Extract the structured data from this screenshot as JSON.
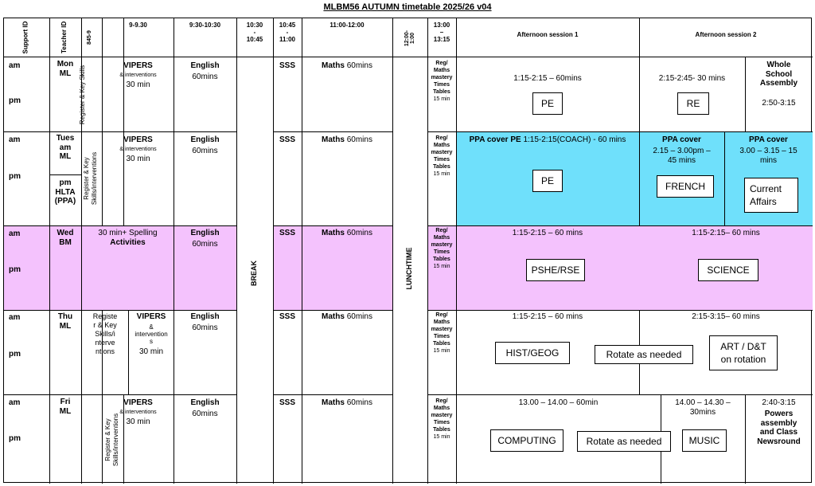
{
  "title": "MLBM56 AUTUMN timetable 2025/26 v04",
  "headers": {
    "support_id": "Support ID",
    "teacher_id": "Teacher ID",
    "t845": "845-9",
    "t9": "9-9.30",
    "t930": "9:30-10:30",
    "t1030": "10:30 - 10:45",
    "t1045": "10:45 - 11:00",
    "t11": "11:00-12:00",
    "t12": "12:00-1:00",
    "t13": "13:00 – 13:15",
    "aft1": "Afternoon session 1",
    "aft2": "Afternoon session 2"
  },
  "common": {
    "am": "am",
    "pm": "pm",
    "vipers": "VIPERS",
    "interventions": "& interventions",
    "min30": "30 min",
    "english": "English",
    "mins60": "60mins",
    "sss": "SSS",
    "maths": "Maths",
    "maths_mins": "60mins",
    "register_key_skills": "Register & Key Skills",
    "register_key_skills_int": "Register & Key Skills/interventions",
    "break": "BREAK",
    "lunchtime": "LUNCHTIME",
    "reg_maths": [
      "Reg/",
      "Maths",
      "mastery",
      "Times",
      "Tables",
      "15 min"
    ]
  },
  "mon": {
    "teacher": [
      "Mon",
      "ML"
    ],
    "s1_time": "1:15-2:15 – 60mins",
    "s1_subject": "PE",
    "s2_time": "2:15-2:45- 30 mins",
    "s2_subject": "RE",
    "assembly": [
      "Whole",
      "School",
      "Assembly"
    ],
    "assembly_time": "2:50-3:15"
  },
  "tue": {
    "teacher": [
      "Tues",
      "am",
      "ML"
    ],
    "teacher_pm": [
      "pm",
      "HLTA",
      "(PPA)"
    ],
    "s1_label": "PPA cover PE",
    "s1_time": "1:15-2:15(COACH) - 60 mins",
    "s1_subject": "PE",
    "s2a_label": "PPA cover",
    "s2a_time": [
      "2.15 – 3.00pm –",
      "45 mins"
    ],
    "s2a_subject": "FRENCH",
    "s2b_label": "PPA cover",
    "s2b_time": [
      "3.00 – 3.15 – 15",
      "mins"
    ],
    "s2b_subject": [
      "Current",
      "Affairs"
    ]
  },
  "wed": {
    "teacher": [
      "Wed",
      "BM"
    ],
    "spelling": "30 min+ Spelling",
    "spelling2": "Activities",
    "s1_time": "1:15-2:15 – 60 mins",
    "s1_subject": "PSHE/RSE",
    "s2_time": "1:15-2:15– 60 mins",
    "s2_subject": "SCIENCE"
  },
  "thu": {
    "teacher": [
      "Thu",
      "ML"
    ],
    "register": [
      "Registe",
      "r & Key",
      "Skills/i",
      "nterve",
      "ntions"
    ],
    "interventions": [
      "&",
      "intervention",
      "s"
    ],
    "s1_time": "1:15-2:15 – 60 mins",
    "s1_subject": "HIST/GEOG",
    "rotate": "Rotate as needed",
    "s2_time": "2:15-3:15– 60 mins",
    "s2_subject": [
      "ART / D&T",
      "on rotation"
    ]
  },
  "fri": {
    "teacher": [
      "Fri",
      "ML"
    ],
    "s1_time": "13.00 – 14.00 – 60min",
    "s1_subject": "COMPUTING",
    "rotate": "Rotate as needed",
    "s2_time": [
      "14.00 – 14.30 –",
      "30mins"
    ],
    "s2_subject": "MUSIC",
    "s3_time": "2:40-3:15",
    "s3_label": [
      "Powers",
      "assembly",
      "and Class",
      "Newsround"
    ]
  }
}
